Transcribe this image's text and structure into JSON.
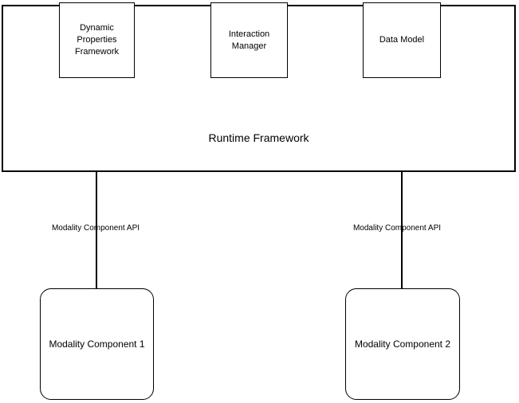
{
  "runtime_framework": {
    "label": "Runtime Framework",
    "boxes": [
      {
        "label": "Dynamic\nProperties\nFramework"
      },
      {
        "label": "Interaction\nManager"
      },
      {
        "label": "Data Model"
      }
    ]
  },
  "connections": [
    {
      "label": "Modality Component API"
    },
    {
      "label": "Modality Component API"
    }
  ],
  "components": [
    {
      "label": "Modality Component 1"
    },
    {
      "label": "Modality Component 2"
    }
  ],
  "colors": {
    "line": "#000000",
    "text": "#000000",
    "background": "#ffffff"
  }
}
